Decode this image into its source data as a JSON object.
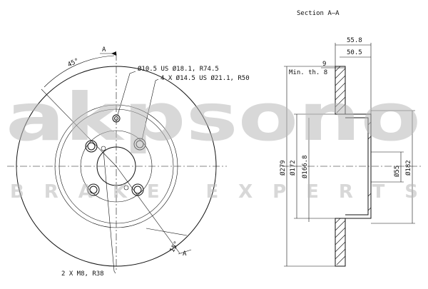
{
  "section_title": "Section A–A",
  "section_marks": [
    "A",
    "A"
  ],
  "labels": {
    "hole_small": "Ø10.5 US Ø18.1, R74.5",
    "hole_bolt": "4 X Ø14.5 US Ø21.1, R50",
    "screw": "2 X M8, R38",
    "angle_45": "45°",
    "angle_15": "15°",
    "min_thickness": "Min. th. 8"
  },
  "dimensions": {
    "overall_height": "55.8",
    "hat_height": "50.5",
    "thickness": "9",
    "outer_diameter": "Ø279",
    "hat_outer": "Ø172",
    "hat_inner": "Ø166.8",
    "center_bore": "Ø55",
    "hat_face": "Ø182"
  },
  "watermark": {
    "brand": "akpsono",
    "tagline": "BRAKE EXPERTS"
  }
}
